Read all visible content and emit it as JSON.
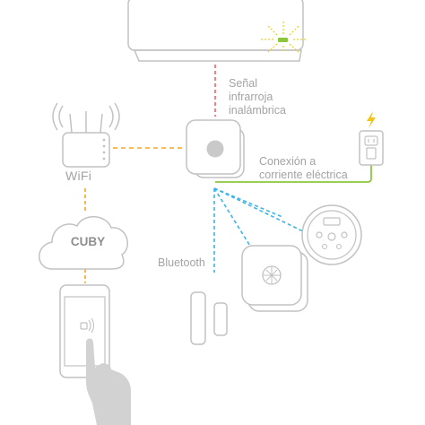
{
  "labels": {
    "infrared": [
      "Señal",
      "infrarroja",
      "inalámbrica"
    ],
    "power": [
      "Conexión a",
      "corriente eléctrica"
    ],
    "wifi": "WiFi",
    "cloud": "CUBY",
    "bluetooth": "Bluetooth"
  },
  "colors": {
    "outline": "#c2c2c2",
    "infrared_line": "#e8646e",
    "wifi_line": "#f5a623",
    "power_line": "#8cc63f",
    "bluetooth_line": "#3cb4e6",
    "ac_led": "#8cc63f",
    "ac_glow": "#f0d21e",
    "plug_bolt": "#f0c419",
    "hand": "#d2d2d2"
  },
  "icons": [
    "air-conditioner-icon",
    "cuby-device-icon",
    "router-icon",
    "cloud-icon",
    "smartphone-icon",
    "hand-icon",
    "power-outlet-icon",
    "lightning-bolt-icon",
    "door-sensor-icon",
    "motion-sensor-icon",
    "thermostat-icon"
  ]
}
